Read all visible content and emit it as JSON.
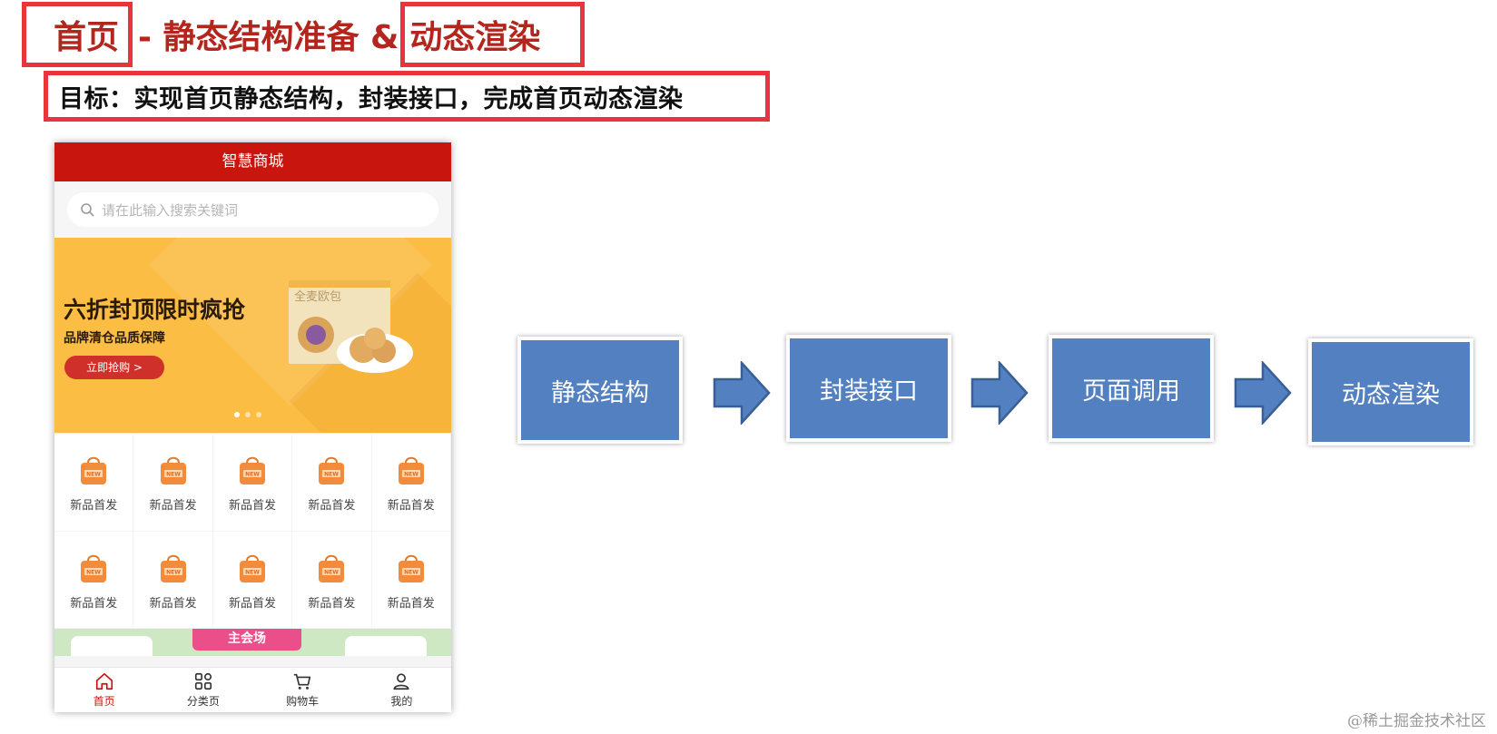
{
  "slide": {
    "title_part1": "首页",
    "title_mid": "- 静态结构准备 &",
    "title_part2": "动态渲染",
    "goal": "目标：实现首页静态结构，封装接口，完成首页动态渲染",
    "watermark": "@稀土掘金技术社区"
  },
  "phone": {
    "header_title": "智慧商城",
    "search_placeholder": "请在此输入搜索关键词",
    "banner": {
      "title": "六折封顶限时疯抢",
      "subtitle": "品牌清仓品质保障",
      "button": "立即抢购 >",
      "product_label": "全麦欧包",
      "dots": [
        true,
        false,
        false
      ]
    },
    "grid_items": [
      "新品首发",
      "新品首发",
      "新品首发",
      "新品首发",
      "新品首发",
      "新品首发",
      "新品首发",
      "新品首发",
      "新品首发",
      "新品首发"
    ],
    "promo_tag": "主会场",
    "tabs": [
      {
        "label": "首页",
        "icon": "home-icon",
        "active": true
      },
      {
        "label": "分类页",
        "icon": "category-icon",
        "active": false
      },
      {
        "label": "购物车",
        "icon": "cart-icon",
        "active": false
      },
      {
        "label": "我的",
        "icon": "user-icon",
        "active": false
      }
    ]
  },
  "flow": {
    "steps": [
      "静态结构",
      "封装接口",
      "页面调用",
      "动态渲染"
    ]
  },
  "colors": {
    "brand_red": "#c8160e",
    "highlight_border": "#e8343c",
    "title_red": "#b3261e",
    "flow_blue": "#5280c0",
    "banner_yellow": "#fbbd43"
  }
}
